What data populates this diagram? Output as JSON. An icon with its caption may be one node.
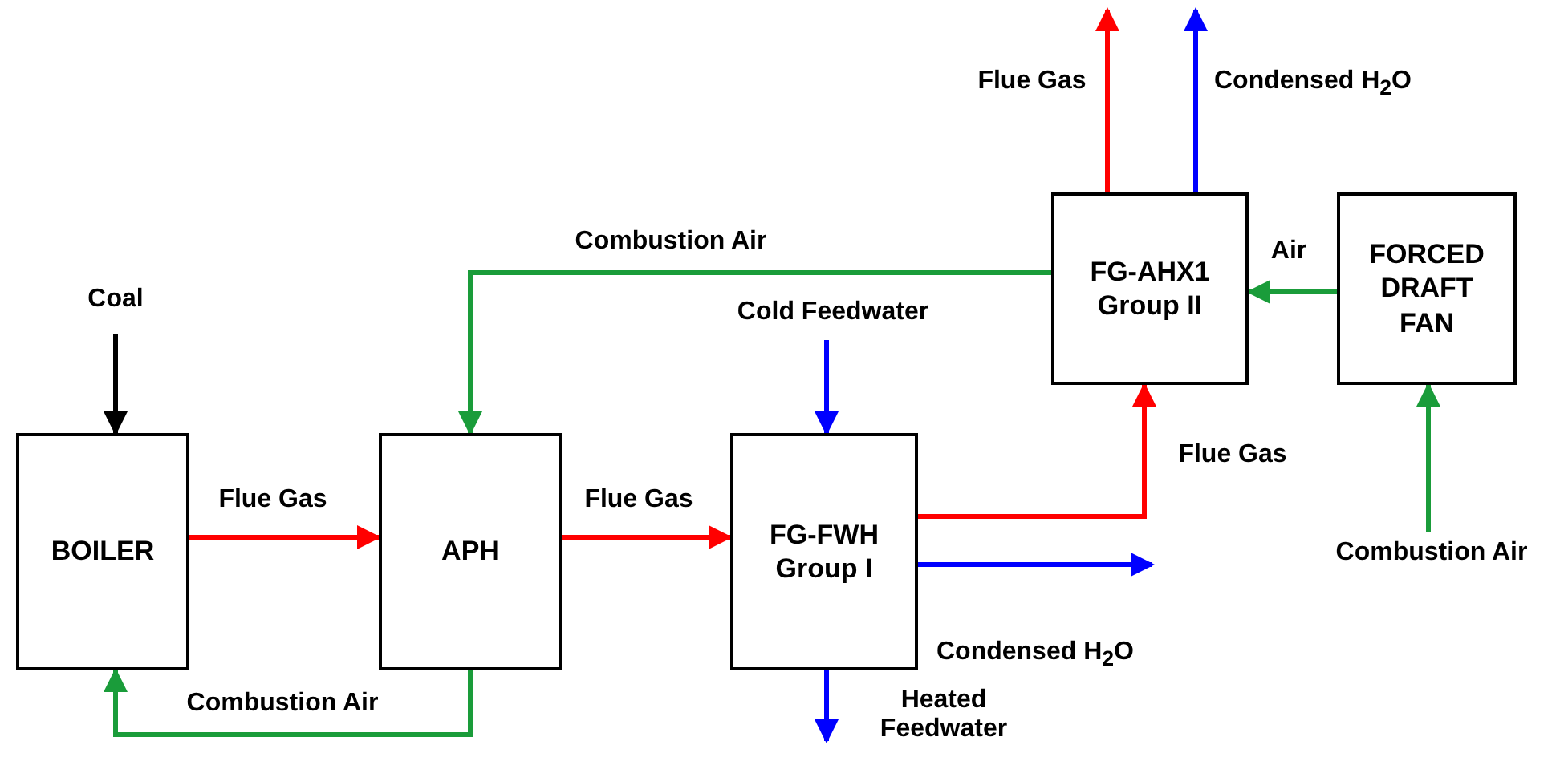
{
  "diagram": {
    "nodes": [
      {
        "text": [
          "BOILER"
        ]
      },
      {
        "text": [
          "APH"
        ]
      },
      {
        "text": [
          "FG-FWH Group I"
        ]
      },
      {
        "text": [
          "FG-AHX1 Group II"
        ]
      },
      {
        "text": [
          "FORCED DRAFT FAN"
        ]
      }
    ],
    "edges": [
      {
        "from": null,
        "to": 0,
        "arrow": "to",
        "label": "Coal",
        "color": "#000000"
      },
      {
        "from": 0,
        "to": 1,
        "arrow": "to",
        "label": "Flue Gas",
        "color": "#ff0000"
      },
      {
        "from": 1,
        "to": 0,
        "arrow": "to",
        "label": "Combustion Air",
        "color": "#1a9c3a"
      },
      {
        "from": 1,
        "to": 2,
        "arrow": "to",
        "label": "Flue Gas",
        "color": "#ff0000"
      },
      {
        "from": null,
        "to": 2,
        "arrow": "to",
        "label": "Cold Feedwater",
        "color": "#0000ff"
      },
      {
        "from": 2,
        "to": null,
        "arrow": "to",
        "label": "Heated Feedwater",
        "color": "#0000ff"
      },
      {
        "from": 2,
        "to": null,
        "arrow": "to",
        "label": "Condensed H$_{2}$O",
        "color": "#0000ff"
      },
      {
        "from": 2,
        "to": 3,
        "arrow": "to",
        "label": "Flue Gas",
        "color": "#ff0000"
      },
      {
        "from": 3,
        "to": 1,
        "arrow": "to",
        "label": "Combustion Air",
        "color": "#1a9c3a"
      },
      {
        "from": 4,
        "to": 3,
        "arrow": "to",
        "label": "Air",
        "color": "#1a9c3a"
      },
      {
        "from": null,
        "to": 4,
        "arrow": "to",
        "label": "Combustion Air",
        "color": "#1a9c3a"
      },
      {
        "from": 3,
        "to": null,
        "arrow": "to",
        "label": "Flue Gas",
        "color": "#ff0000"
      },
      {
        "from": 3,
        "to": null,
        "arrow": "to",
        "label": "Condensed H$_{2}$O",
        "color": "#0000ff"
      }
    ]
  }
}
